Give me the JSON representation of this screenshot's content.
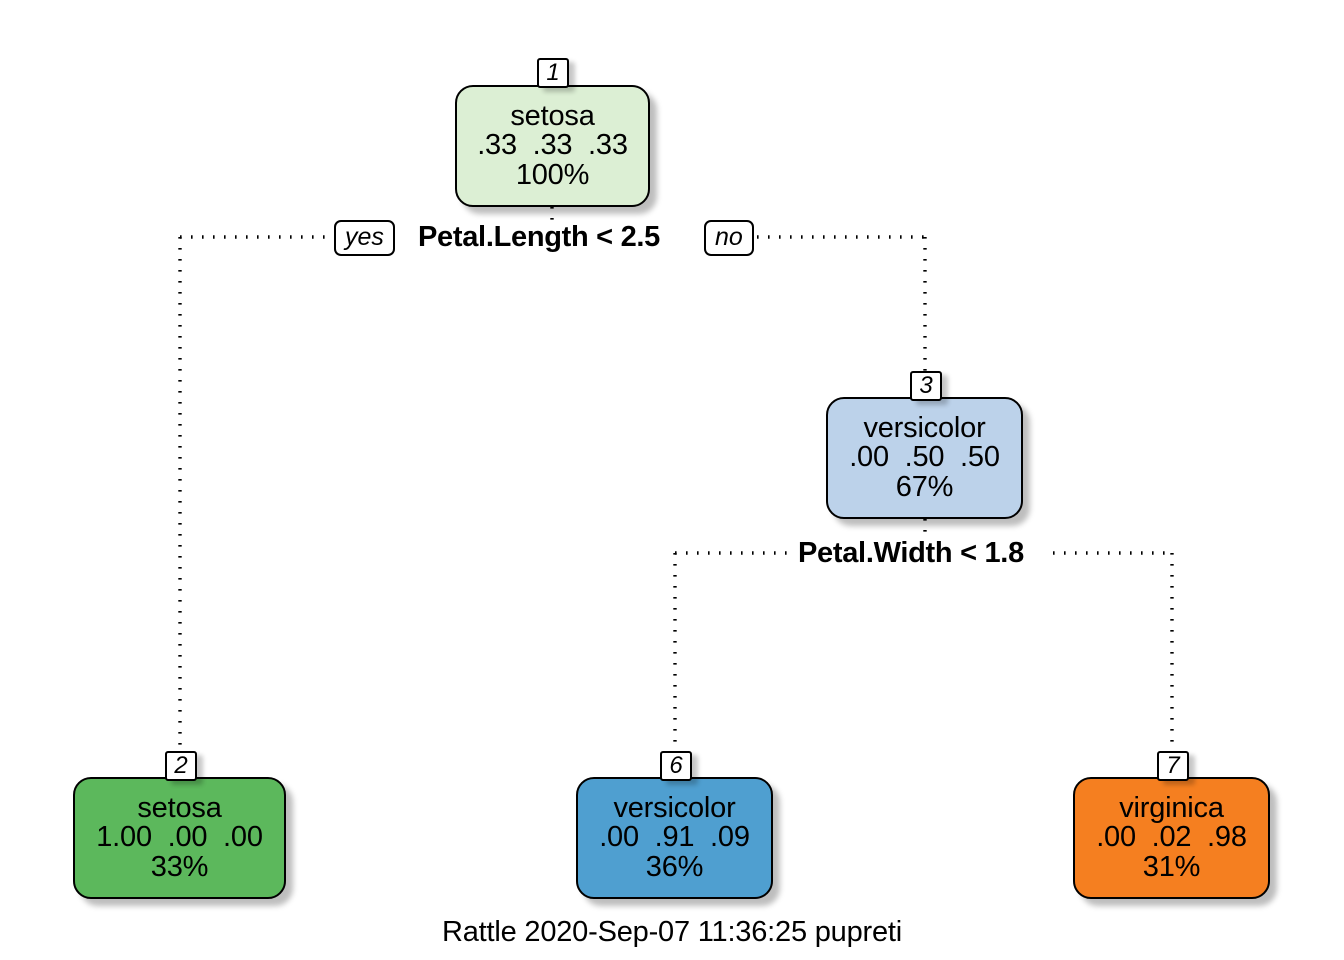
{
  "chart_data": {
    "type": "diagram",
    "diagram_type": "decision-tree",
    "title": "",
    "caption": "Rattle 2020-Sep-07 11:36:25 pupreti",
    "class_order": [
      "setosa",
      "versicolor",
      "virginica"
    ],
    "nodes": [
      {
        "id": "1",
        "class": "setosa",
        "probs": ".33  .33  .33",
        "prob_values": [
          0.33,
          0.33,
          0.33
        ],
        "percent": "100%",
        "percent_value": 100,
        "fill": "#dcefd4",
        "kind": "root"
      },
      {
        "id": "2",
        "class": "setosa",
        "probs": "1.00  .00  .00",
        "prob_values": [
          1.0,
          0.0,
          0.0
        ],
        "percent": "33%",
        "percent_value": 33,
        "fill": "#5cb85c",
        "kind": "leaf"
      },
      {
        "id": "3",
        "class": "versicolor",
        "probs": ".00  .50  .50",
        "prob_values": [
          0.0,
          0.5,
          0.5
        ],
        "percent": "67%",
        "percent_value": 67,
        "fill": "#bcd2ea",
        "kind": "internal"
      },
      {
        "id": "6",
        "class": "versicolor",
        "probs": ".00  .91  .09",
        "prob_values": [
          0.0,
          0.91,
          0.09
        ],
        "percent": "36%",
        "percent_value": 36,
        "fill": "#4f9fd0",
        "kind": "leaf"
      },
      {
        "id": "7",
        "class": "virginica",
        "probs": ".00  .02  .98",
        "prob_values": [
          0.0,
          0.02,
          0.98
        ],
        "percent": "31%",
        "percent_value": 31,
        "fill": "#f57f20",
        "kind": "leaf"
      }
    ],
    "splits": [
      {
        "condition": "Petal.Length < 2.5",
        "yes_label": "yes",
        "no_label": "no",
        "parent": "1",
        "yes_child": "2",
        "no_child": "3"
      },
      {
        "condition": "Petal.Width < 1.8",
        "yes_label": "",
        "no_label": "",
        "parent": "3",
        "yes_child": "6",
        "no_child": "7"
      }
    ]
  },
  "nodes": {
    "n1": {
      "tab": "1",
      "class": "setosa",
      "probs": ".33  .33  .33",
      "percent": "100%"
    },
    "n2": {
      "tab": "2",
      "class": "setosa",
      "probs": "1.00  .00  .00",
      "percent": "33%"
    },
    "n3": {
      "tab": "3",
      "class": "versicolor",
      "probs": ".00  .50  .50",
      "percent": "67%"
    },
    "n6": {
      "tab": "6",
      "class": "versicolor",
      "probs": ".00  .91  .09",
      "percent": "36%"
    },
    "n7": {
      "tab": "7",
      "class": "virginica",
      "probs": ".00  .02  .98",
      "percent": "31%"
    }
  },
  "splits": {
    "s1": {
      "condition": "Petal.Length < 2.5",
      "yes": "yes",
      "no": "no"
    },
    "s2": {
      "condition": "Petal.Width < 1.8"
    }
  },
  "caption": "Rattle 2020-Sep-07 11:36:25 pupreti",
  "colors": {
    "root_fill": "#dcefd4",
    "setosa_leaf_fill": "#5cb85c",
    "versicolor_internal_fill": "#bcd2ea",
    "versicolor_leaf_fill": "#4f9fd0",
    "virginica_leaf_fill": "#f57f20",
    "stroke": "#000000",
    "background": "#ffffff"
  }
}
